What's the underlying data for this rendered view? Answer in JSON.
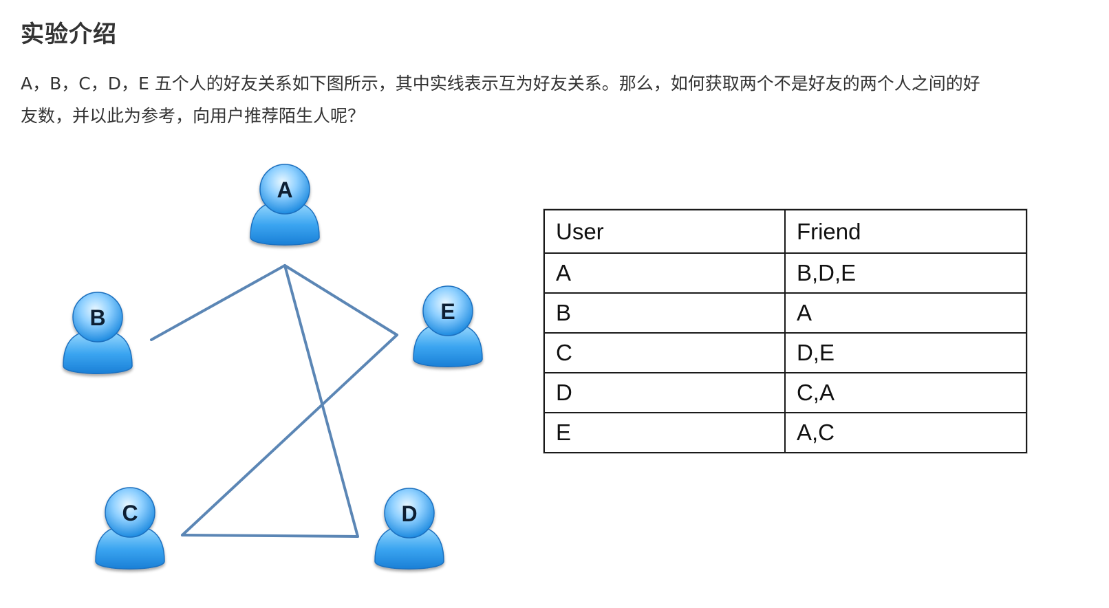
{
  "title": "实验介绍",
  "intro": {
    "line1": "A，B，C，D，E 五个人的好友关系如下图所示，其中实线表示互为好友关系。那么，如何获取两个不是好友的两个人之间的好",
    "line2": "友数，并以此为参考，向用户推荐陌生人呢？"
  },
  "graph": {
    "nodes": [
      {
        "id": "A",
        "label": "A"
      },
      {
        "id": "B",
        "label": "B"
      },
      {
        "id": "C",
        "label": "C"
      },
      {
        "id": "D",
        "label": "D"
      },
      {
        "id": "E",
        "label": "E"
      }
    ],
    "edges": [
      [
        "A",
        "B"
      ],
      [
        "A",
        "E"
      ],
      [
        "A",
        "D"
      ],
      [
        "E",
        "C"
      ],
      [
        "C",
        "D"
      ]
    ],
    "user_icon": "user-avatar-icon",
    "colors": {
      "edge": "#5b86b5",
      "avatar_light": "#bfe6ff",
      "avatar_dark": "#1e8be0"
    }
  },
  "table": {
    "headers": [
      "User",
      "Friend"
    ],
    "rows": [
      [
        "A",
        "B,D,E"
      ],
      [
        "B",
        "A"
      ],
      [
        "C",
        "D,E"
      ],
      [
        "D",
        "C,A"
      ],
      [
        "E",
        "A,C"
      ]
    ]
  }
}
